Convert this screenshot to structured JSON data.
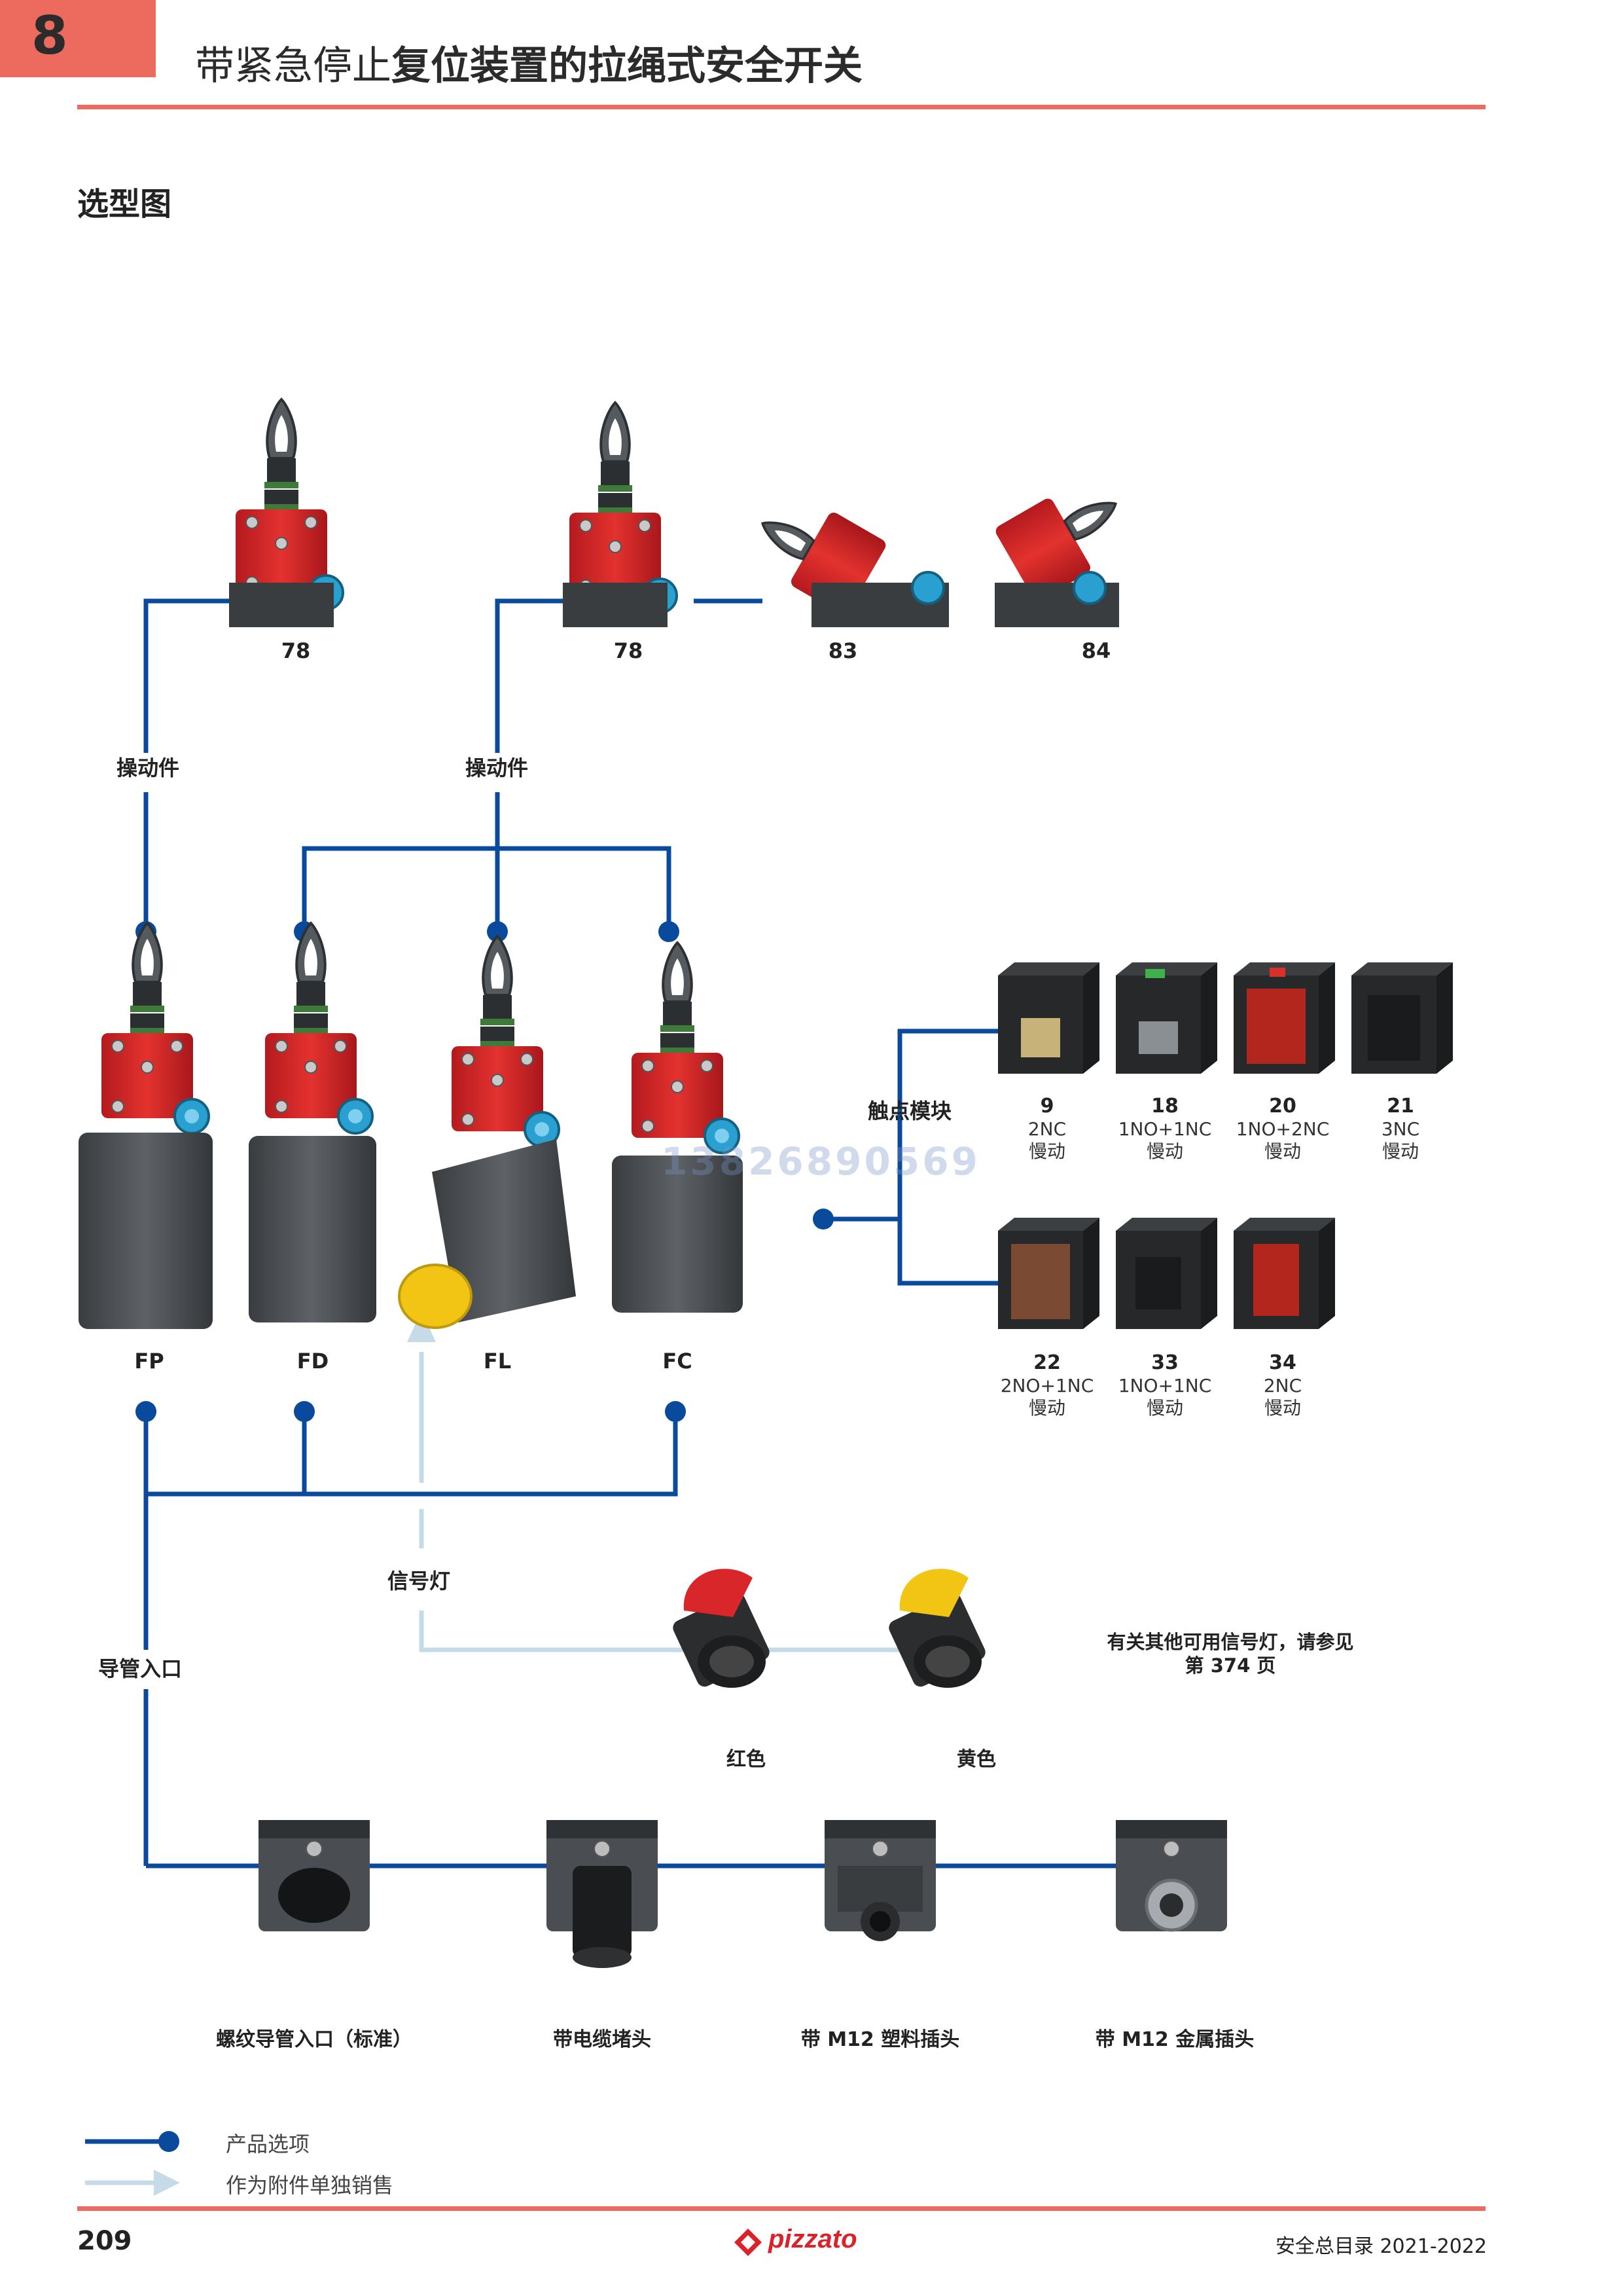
{
  "chapter": "8",
  "title_regular": "带紧急停止",
  "title_bold": "复位装置的拉绳式安全开关",
  "section_title": "选型图",
  "actuator_label_left": "操动件",
  "actuator_label_right": "操动件",
  "actuator_codes": [
    "78",
    "78",
    "83",
    "84"
  ],
  "body_codes": [
    "FP",
    "FD",
    "FL",
    "FC"
  ],
  "contact_block_label": "触点模块",
  "contact_blocks_row1": [
    {
      "code": "9",
      "config": "2NC",
      "action": "慢动"
    },
    {
      "code": "18",
      "config": "1NO+1NC",
      "action": "慢动"
    },
    {
      "code": "20",
      "config": "1NO+2NC",
      "action": "慢动"
    },
    {
      "code": "21",
      "config": "3NC",
      "action": "慢动"
    }
  ],
  "contact_blocks_row2": [
    {
      "code": "22",
      "config": "2NO+1NC",
      "action": "慢动"
    },
    {
      "code": "33",
      "config": "1NO+1NC",
      "action": "慢动"
    },
    {
      "code": "34",
      "config": "2NC",
      "action": "慢动"
    }
  ],
  "watermark": "13826890569",
  "signal_lamp_label": "信号灯",
  "conduit_label": "导管入口",
  "lamps": [
    {
      "label": "红色",
      "color": "#d9262b"
    },
    {
      "label": "黄色",
      "color": "#f2c414"
    }
  ],
  "lamp_note_line1": "有关其他可用信号灯，请参见",
  "lamp_note_line2": "第 374 页",
  "conduit_options": [
    "螺纹导管入口（标准）",
    "带电缆堵头",
    "带 M12 塑料插头",
    "带 M12 金属插头"
  ],
  "legend": {
    "option": "产品选项",
    "accessory": "作为附件单独销售"
  },
  "footer": {
    "page": "209",
    "brand": "pizzato",
    "catalog": "安全总目录 2021-2022"
  },
  "colors": {
    "accent": "#ec6b5e",
    "line": "#0a4a9c",
    "accessory_line": "#c5dbe8"
  }
}
